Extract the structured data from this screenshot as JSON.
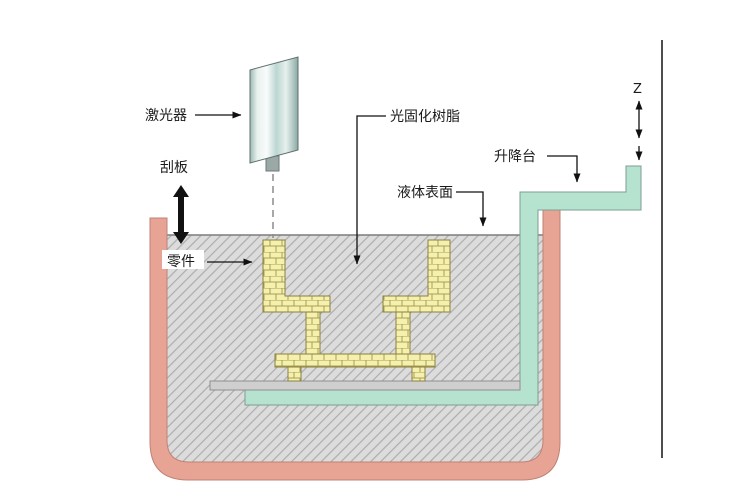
{
  "diagram": {
    "labels": {
      "laser": "激光器",
      "scraper": "刮板",
      "resin": "光固化树脂",
      "liquid_surface": "液体表面",
      "lift_platform": "升降台",
      "part": "零件",
      "z_axis": "Z"
    },
    "colors": {
      "tank_wall": "#e7a394",
      "resin_liquid_base": "#dcdcdc",
      "resin_hatch_line": "#adadad",
      "part_bricks": "#f6f0ae",
      "part_brick_line": "#a89f55",
      "platform_green": "#b5e3cf",
      "laser_body": "#bcd6d1",
      "build_plate": "#cfcfcf"
    }
  }
}
